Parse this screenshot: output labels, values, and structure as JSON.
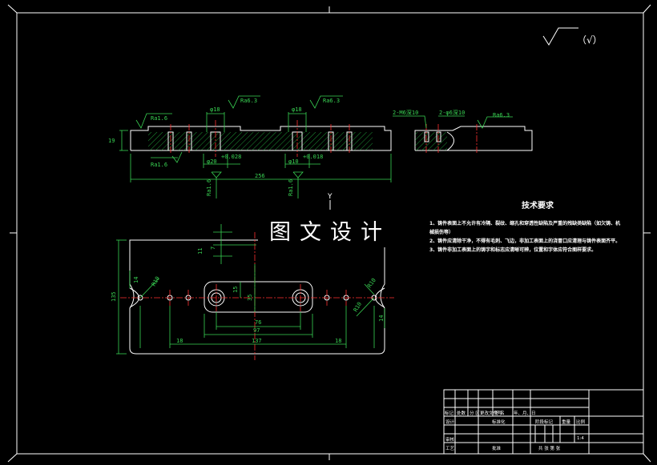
{
  "watermark": "图文设计",
  "roughness_note": "（√）",
  "tech_requirements": {
    "title": "技术要求",
    "items": [
      "1、铸件表面上不允许有冷隔、裂纹、缩孔和穿透性缺陷及严重的残缺类缺陷（如欠铸、机械损伤等）",
      "2、铸件应清除干净，不得有毛刺、飞边，非加工表面上的浇冒口应清理与铸件表面齐平。",
      "3、铸件非加工表面上的铸字和标志应清晰可辨，位置和字体应符合图样要求。"
    ]
  },
  "section_view": {
    "labels": {
      "ra_left_top": "Ra1.6",
      "ra_left_bottom": "Ra1.6",
      "dia_a": "φ18",
      "ra_a": "Ra6.3",
      "dia_b": "φ18",
      "ra_b": "Ra6.3",
      "height": "19",
      "bore_a": "φ20",
      "bore_a_tol": "+0.028",
      "bore_b": "φ10",
      "bore_b_tol": "+0.018",
      "length": "256",
      "ra_vert_a": "Ra1.6",
      "ra_vert_b": "Ra1.6"
    }
  },
  "side_view": {
    "labels": {
      "thread_a": "2-M6深10",
      "thread_b": "2-φ6深10",
      "ra": "Ra6.3"
    }
  },
  "plan_view": {
    "labels": {
      "axis_y": "Y",
      "dim_11": "11",
      "dim_7": "7",
      "r10_left": "R10",
      "r10_right": "R10",
      "r10_r2": "R10",
      "d14_left": "14",
      "d14_right": "14",
      "dim_135": "135",
      "dim_15": "15",
      "dim_35": "35",
      "dim_76": "76",
      "dim_97": "97",
      "dim_137": "137",
      "dim_18_left": "18",
      "dim_18_right": "18"
    }
  },
  "title_block": {
    "row_labels": [
      "标记",
      "处数",
      "分 区",
      "更改文件号",
      "签 名",
      "年、月、日"
    ],
    "cells": {
      "design": "设计",
      "standard": "标准化",
      "review": "审核",
      "process": "工艺",
      "approve": "批准",
      "stage_mark": "阶段标记",
      "weight": "重量",
      "scale": "比例",
      "scale_value": "1:4",
      "sheets": "共 张 第 张"
    }
  }
}
